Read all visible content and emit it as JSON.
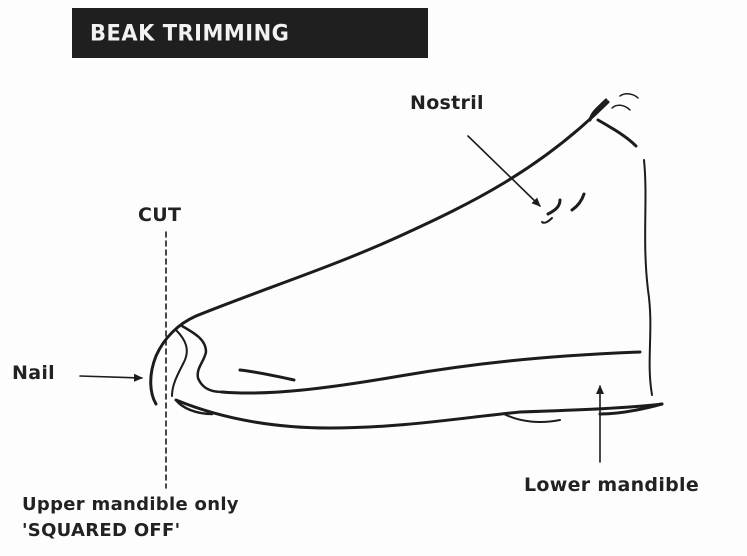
{
  "title": "BEAK TRIMMING",
  "labels": {
    "nostril": "Nostril",
    "cut": "CUT",
    "nail": "Nail",
    "lower_mandible": "Lower mandible",
    "upper_mandible_line1": "Upper mandible only",
    "upper_mandible_line2": "'SQUARED OFF'"
  },
  "colors": {
    "ink": "#1c1c1c",
    "title_background": "#1f1f1f",
    "title_text": "#f2f2f2",
    "paper": "#fdfdfd"
  }
}
